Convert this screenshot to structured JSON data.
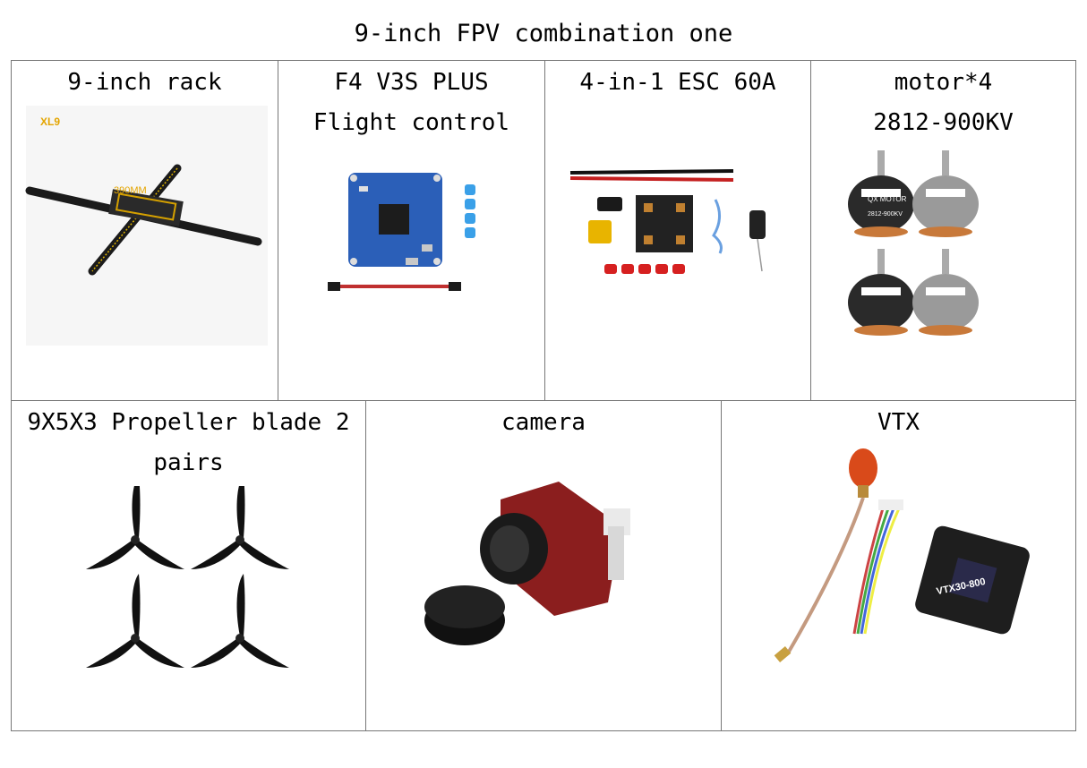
{
  "page": {
    "title": "9-inch FPV combination one"
  },
  "items": [
    {
      "label": "9-inch rack",
      "frame_badge": "XL9",
      "frame_dimension": "390MM"
    },
    {
      "label": "F4 V3S PLUS Flight control"
    },
    {
      "label": "4-in-1 ESC 60A"
    },
    {
      "label": "motor*4 2812-900KV",
      "motor_brand": "QX MOTOR",
      "motor_model": "2812-900KV"
    },
    {
      "label": "9X5X3 Propeller blade 2 pairs"
    },
    {
      "label": "camera"
    },
    {
      "label": "VTX",
      "vtx_model": "VTX30-800"
    }
  ]
}
